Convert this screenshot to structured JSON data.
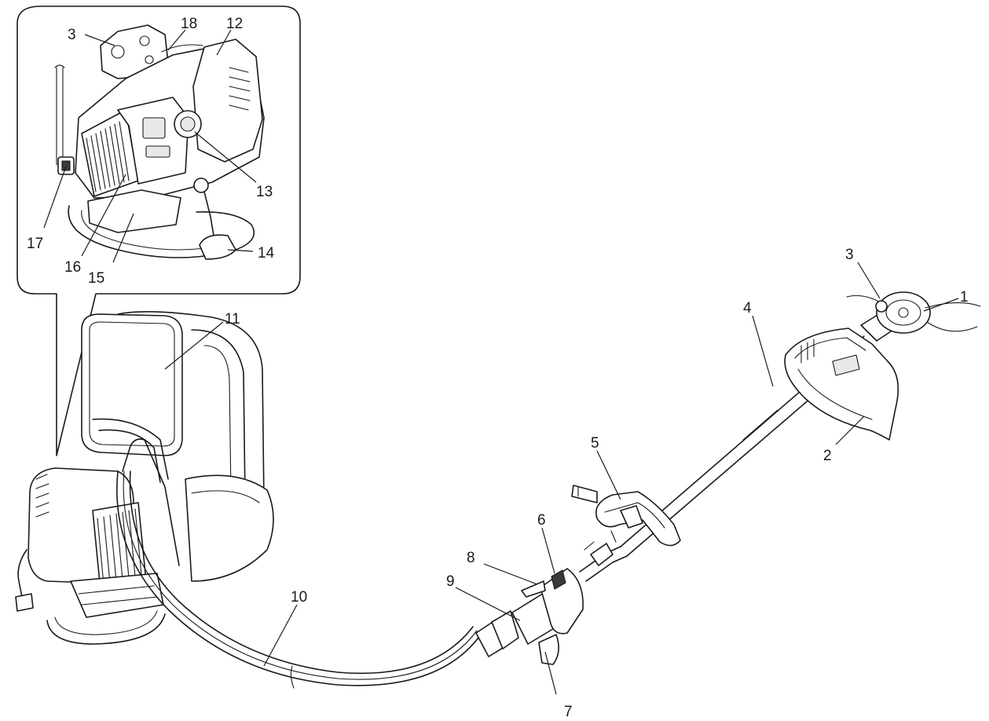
{
  "callouts": {
    "c1": "1",
    "c2": "2",
    "c3": "3",
    "c4": "4",
    "c5": "5",
    "c6": "6",
    "c7": "7",
    "c8": "8",
    "c9": "9",
    "c10": "10",
    "c11": "11",
    "c12": "12",
    "c13": "13",
    "c14": "14",
    "c15": "15",
    "c16": "16",
    "c17": "17",
    "c18": "18",
    "c3_inset": "3"
  }
}
